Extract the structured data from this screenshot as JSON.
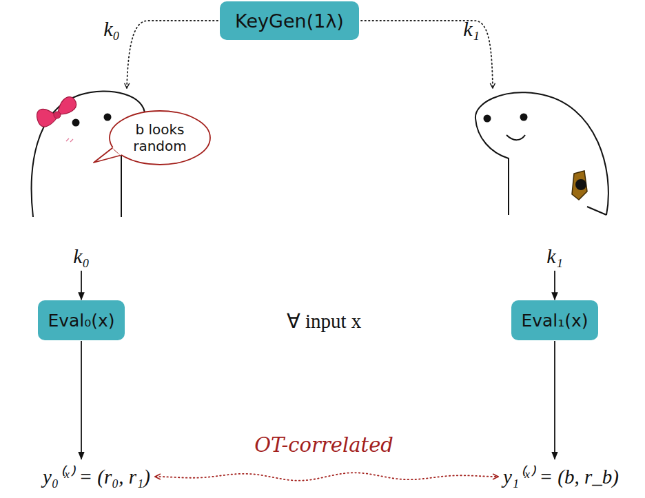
{
  "diagram": {
    "nodes": [
      {
        "text": [
          "KeyGen(1λ)"
        ]
      },
      {
        "text": [
          "b looks random"
        ]
      },
      {
        "text": [
          "Eval₀(x)"
        ]
      },
      {
        "text": [
          "Eval₁(x)"
        ]
      }
    ],
    "labels": [
      "k₀",
      "k₁",
      "k₀",
      "k₁",
      "∀ input x",
      "y₀⁽ˣ⁾ = (r₀, r₁)",
      "OT-correlated",
      "y₁⁽ˣ⁾ = (b, r_b)"
    ]
  }
}
